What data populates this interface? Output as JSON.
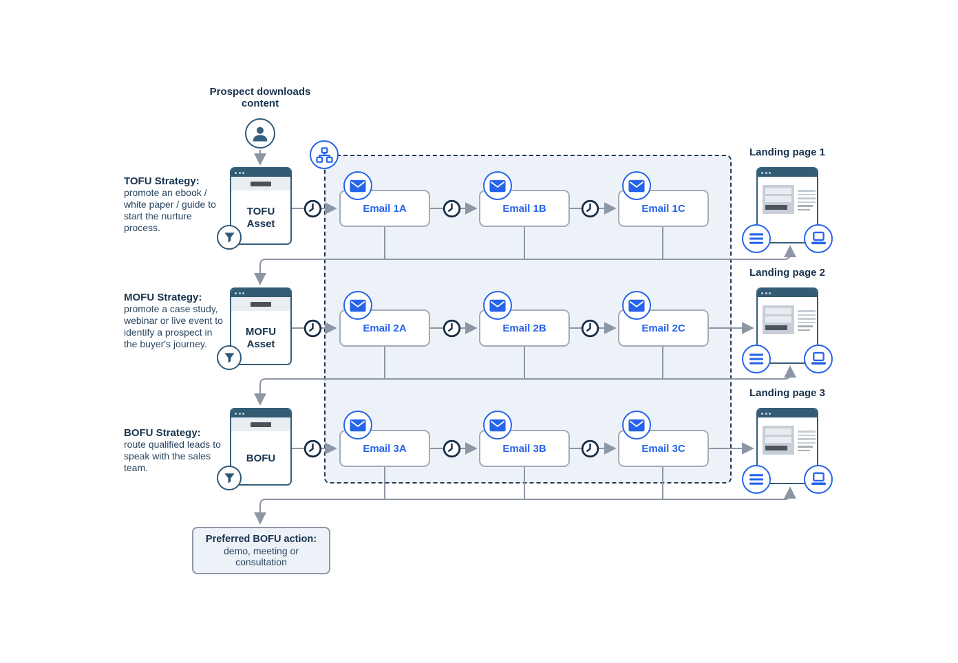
{
  "diagram": {
    "prospect_label": {
      "line1": "Prospect downloads",
      "line2": "content"
    },
    "strategies": [
      {
        "heading": "TOFU Strategy:",
        "body": "promote an ebook / white paper / guide to start the nurture process."
      },
      {
        "heading": "MOFU Strategy:",
        "body": "promote a case study, webinar or live event to identify a prospect in the buyer's journey."
      },
      {
        "heading": "BOFU Strategy:",
        "body": "route qualified leads to speak with the sales team."
      }
    ],
    "assets": [
      {
        "name": "TOFU Asset",
        "lines": [
          "TOFU",
          "Asset"
        ]
      },
      {
        "name": "MOFU Asset",
        "lines": [
          "MOFU",
          "Asset"
        ]
      },
      {
        "name": "BOFU",
        "lines": [
          "BOFU"
        ]
      }
    ],
    "email_rows": [
      {
        "emails": [
          "Email 1A",
          "Email 1B",
          "Email 1C"
        ]
      },
      {
        "emails": [
          "Email 2A",
          "Email 2B",
          "Email 2C"
        ]
      },
      {
        "emails": [
          "Email 3A",
          "Email 3B",
          "Email 3C"
        ]
      }
    ],
    "landing_pages": [
      {
        "title": "Landing page 1"
      },
      {
        "title": "Landing page 2"
      },
      {
        "title": "Landing page 3"
      }
    ],
    "bofu_action": {
      "heading": "Preferred BOFU action:",
      "body": "demo, meeting or consultation"
    },
    "icons": {
      "person": "person-icon",
      "funnel": "funnel-icon",
      "sitemap": "sitemap-icon",
      "email": "email-envelope-icon",
      "clock": "clock-delay-icon",
      "menu": "menu-icon",
      "laptop": "laptop-icon"
    },
    "colors": {
      "accent_blue": "#2563eb",
      "navy": "#2e5878",
      "text_navy": "#17334e",
      "connector_gray": "#8d96a4",
      "panel_bg": "#edf2f8",
      "dashed_border": "#223850"
    }
  }
}
